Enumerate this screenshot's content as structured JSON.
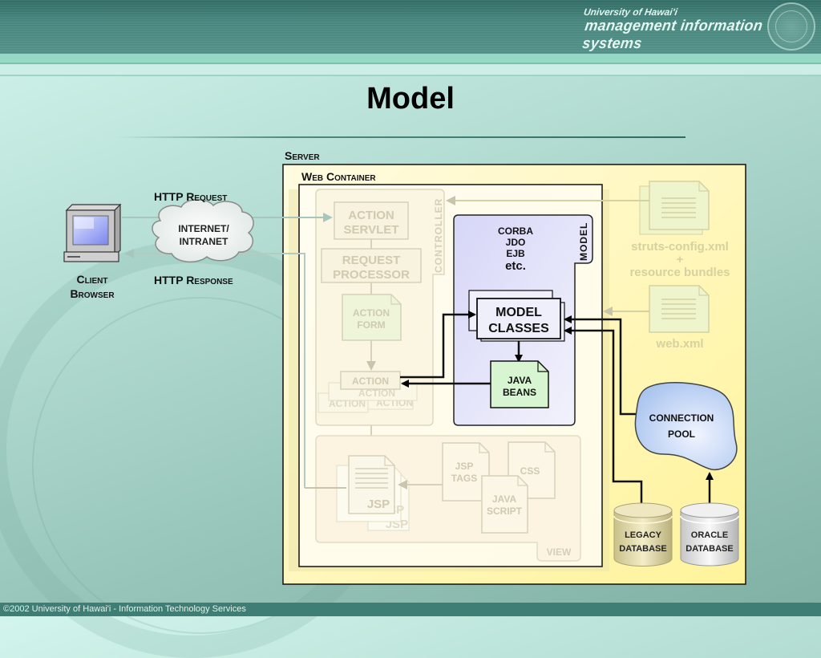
{
  "header": {
    "brand_line1": "University of Hawai'i",
    "brand_line2": "management information systems",
    "seal_icon": "university-seal-icon"
  },
  "slide": {
    "title": "Model"
  },
  "diagram": {
    "client": {
      "label_line1": "Client",
      "label_line2": "Browser",
      "icon": "computer-icon"
    },
    "network": {
      "cloud_line1": "INTERNET/",
      "cloud_line2": "INTRANET",
      "request_label": "HTTP Request",
      "response_label": "HTTP Response"
    },
    "server": {
      "label": "Server",
      "web_container_label": "Web Container",
      "controller": {
        "label": "CONTROLLER",
        "action_servlet": [
          "ACTION",
          "SERVLET"
        ],
        "request_processor": [
          "REQUEST",
          "PROCESSOR"
        ],
        "action_form": [
          "ACTION",
          "FORM"
        ],
        "action": "ACTION",
        "action_stack_back1": "ACTION",
        "action_stack_back2": "ACTION",
        "action_stack_back3": "ACTION"
      },
      "model": {
        "label": "MODEL",
        "technologies": [
          "CORBA",
          "JDO",
          "EJB",
          "etc."
        ],
        "model_classes": [
          "MODEL",
          "CLASSES"
        ],
        "java_beans": [
          "JAVA",
          "BEANS"
        ]
      },
      "view": {
        "label": "VIEW",
        "jsp": "JSP",
        "jsp_back1": "JSP",
        "jsp_back2": "JSP",
        "jsp_tags": [
          "JSP",
          "TAGS"
        ],
        "css": "CSS",
        "javascript": [
          "JAVA",
          "SCRIPT"
        ]
      },
      "config": {
        "struts_config": "struts-config.xml",
        "plus": "+",
        "resource_bundles": "resource bundles",
        "web_xml": "web.xml"
      },
      "connection_pool": [
        "CONNECTION",
        "POOL"
      ],
      "legacy_db": [
        "LEGACY",
        "DATABASE"
      ],
      "oracle_db": [
        "ORACLE",
        "DATABASE"
      ]
    }
  },
  "footer": {
    "text": "©2002 University of Hawai'i - Information Technology Services"
  },
  "colors": {
    "header_teal": "#4a8a82",
    "server_fill": "#fff6b0",
    "model_fill": "#dcdcf8",
    "java_beans_fill": "#d6f5d0",
    "pool_fill": "#bcd4f4",
    "faded_text": "#c8c3a8"
  }
}
